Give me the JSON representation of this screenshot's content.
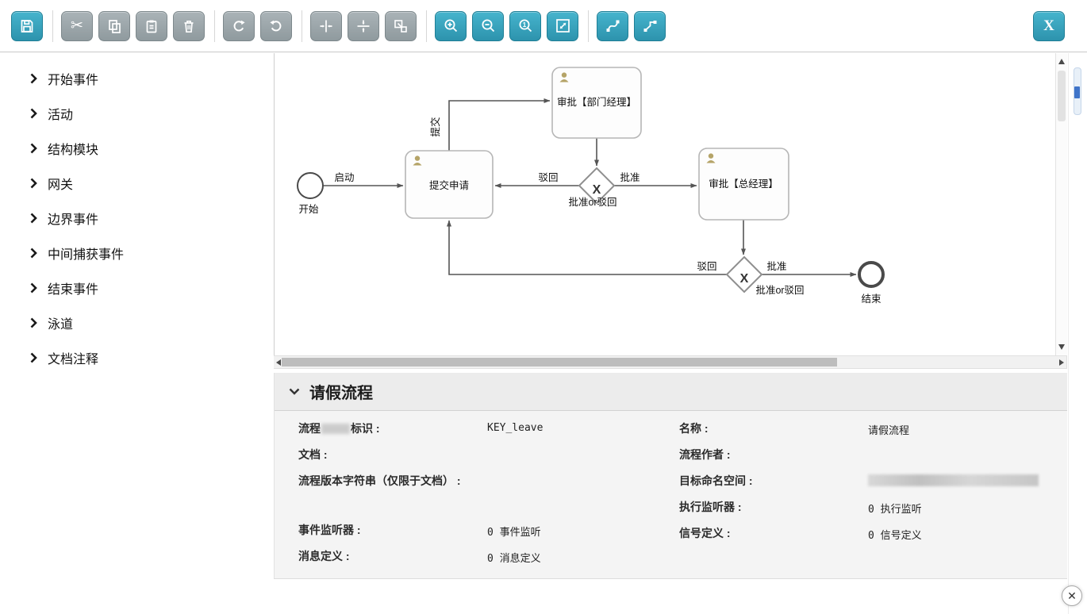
{
  "colors": {
    "accent": "#35a3bd",
    "disabled": "#97a0a4",
    "edge": "#555555",
    "user_icon": "#b5a468"
  },
  "toolbar": {
    "close_label": "X",
    "buttons": [
      {
        "name": "save-button",
        "icon": "floppy-icon",
        "enabled": true
      },
      {
        "name": "cut-button",
        "icon": "scissors-icon",
        "enabled": false
      },
      {
        "name": "copy-button",
        "icon": "copy-icon",
        "enabled": false
      },
      {
        "name": "paste-button",
        "icon": "paste-icon",
        "enabled": false
      },
      {
        "name": "delete-button",
        "icon": "trash-icon",
        "enabled": false
      },
      {
        "name": "redo-button",
        "icon": "redo-icon",
        "enabled": false
      },
      {
        "name": "undo-button",
        "icon": "undo-icon",
        "enabled": false
      },
      {
        "name": "align-horizontal-button",
        "icon": "align-horizontal-icon",
        "enabled": false
      },
      {
        "name": "align-vertical-button",
        "icon": "align-vertical-icon",
        "enabled": false
      },
      {
        "name": "same-size-button",
        "icon": "same-size-icon",
        "enabled": false
      },
      {
        "name": "zoom-in-button",
        "icon": "zoom-in-icon",
        "enabled": true
      },
      {
        "name": "zoom-out-button",
        "icon": "zoom-out-icon",
        "enabled": true
      },
      {
        "name": "zoom-actual-button",
        "icon": "zoom-actual-icon",
        "enabled": true
      },
      {
        "name": "zoom-fit-button",
        "icon": "zoom-fit-icon",
        "enabled": true
      },
      {
        "name": "bezier-connection-button",
        "icon": "bezier-curve-icon",
        "enabled": true
      },
      {
        "name": "straight-connection-button",
        "icon": "polyline-icon",
        "enabled": true
      },
      {
        "name": "close-editor-button",
        "icon": "letter-x",
        "enabled": true
      }
    ]
  },
  "sidebar": {
    "items": [
      {
        "label": "开始事件"
      },
      {
        "label": "活动"
      },
      {
        "label": "结构模块"
      },
      {
        "label": "网关"
      },
      {
        "label": "边界事件"
      },
      {
        "label": "中间捕获事件"
      },
      {
        "label": "结束事件"
      },
      {
        "label": "泳道"
      },
      {
        "label": "文档注释"
      }
    ]
  },
  "diagram": {
    "gateway_mark": "X",
    "nodes": [
      {
        "id": "start",
        "type": "start-event",
        "label": "开始"
      },
      {
        "id": "submit",
        "type": "user-task",
        "label": "提交申请"
      },
      {
        "id": "deptManager",
        "type": "user-task",
        "label": "审批【部门经理】"
      },
      {
        "id": "gateway1",
        "type": "exclusive-gateway",
        "label": "批准or驳回"
      },
      {
        "id": "generalManager",
        "type": "user-task",
        "label": "审批【总经理】"
      },
      {
        "id": "gateway2",
        "type": "exclusive-gateway",
        "label": "批准or驳回"
      },
      {
        "id": "end",
        "type": "end-event",
        "label": "结束"
      }
    ],
    "edges": [
      {
        "from": "start",
        "to": "submit",
        "label": "启动"
      },
      {
        "from": "submit",
        "to": "deptManager",
        "label": "提交"
      },
      {
        "from": "deptManager",
        "to": "gateway1",
        "label": ""
      },
      {
        "from": "gateway1",
        "to": "submit",
        "label": "驳回"
      },
      {
        "from": "gateway1",
        "to": "generalManager",
        "label": "批准"
      },
      {
        "from": "generalManager",
        "to": "gateway2",
        "label": ""
      },
      {
        "from": "gateway2",
        "to": "submit",
        "label": "驳回"
      },
      {
        "from": "gateway2",
        "to": "end",
        "label": "批准"
      }
    ]
  },
  "properties": {
    "title": "请假流程",
    "left": [
      {
        "label_prefix": "流程",
        "label_suffix": "标识 :",
        "redacted_label": true,
        "value": "KEY_leave"
      },
      {
        "label": "文档 :",
        "value": ""
      },
      {
        "label": "流程版本字符串（仅限于文档） :",
        "value": ""
      },
      {
        "label": "事件监听器 :",
        "value": "0 事件监听"
      },
      {
        "label": "消息定义 :",
        "value": "0 消息定义"
      }
    ],
    "right": [
      {
        "label": "名称 :",
        "value": "请假流程"
      },
      {
        "label": "流程作者 :",
        "value": ""
      },
      {
        "label": "目标命名空间 :",
        "value": "",
        "redacted_value": true
      },
      {
        "label": "执行监听器 :",
        "value": "0 执行监听"
      },
      {
        "label": "信号定义 :",
        "value": "0 信号定义"
      }
    ]
  }
}
